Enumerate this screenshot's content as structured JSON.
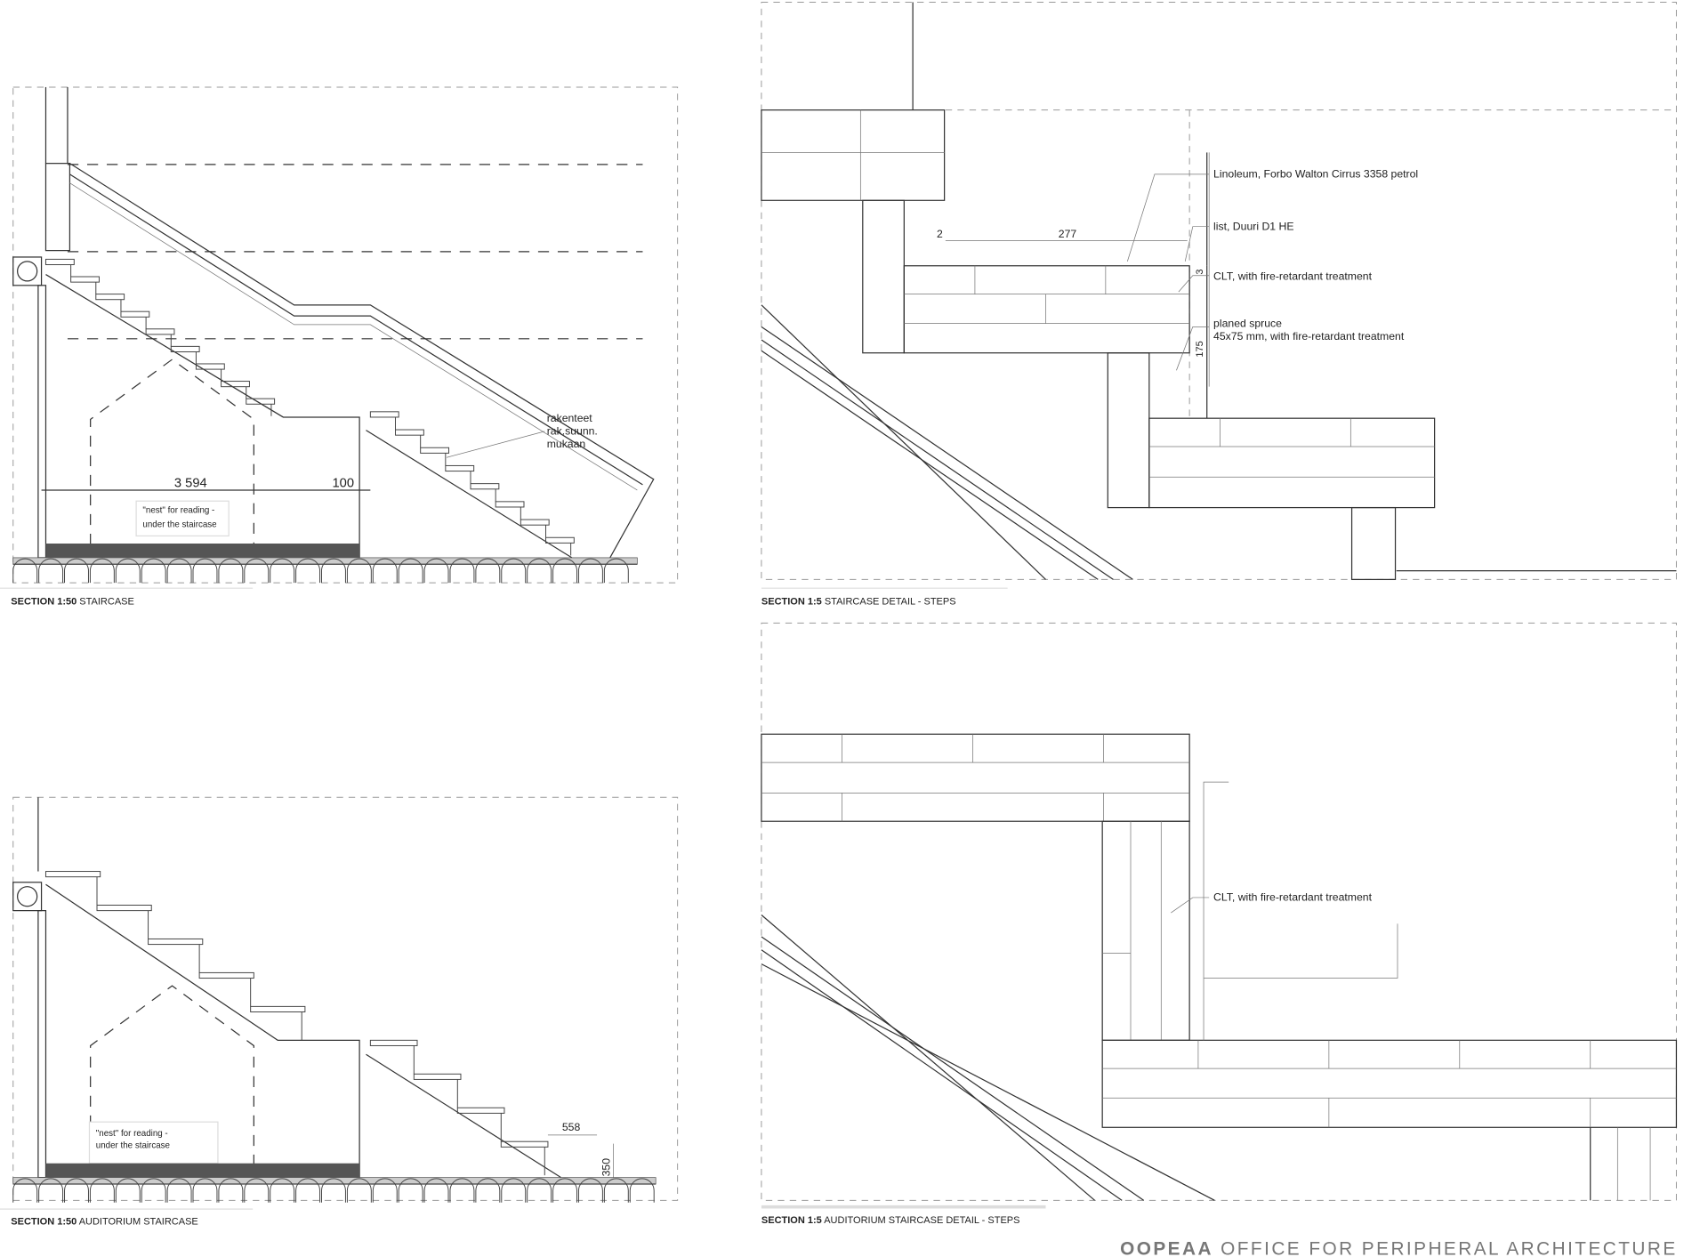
{
  "drawings": {
    "staircase": {
      "label_bold": "SECTION 1:50",
      "label_rest": " STAIRCASE",
      "dim_width": "3 594",
      "dim_wall": "100",
      "nest_line1": "\"nest\" for reading -",
      "nest_line2": "under the staircase",
      "note_line1": "rakenteet",
      "note_line2": "rak.suunn.",
      "note_line3": "mukaan"
    },
    "staircase_detail": {
      "label_bold": "SECTION 1:5",
      "label_rest": " STAIRCASE DETAIL - STEPS",
      "dim_tread": "277",
      "dim_gap": "2",
      "dim_3": "3",
      "dim_rise": "175",
      "callouts": [
        "Linoleum, Forbo Walton Cirrus 3358 petrol",
        "list, Duuri D1 HE",
        "CLT, with fire-retardant treatment",
        "planed spruce",
        "45x75 mm, with fire-retardant treatment"
      ]
    },
    "auditorium": {
      "label_bold": "SECTION 1:50",
      "label_rest": " AUDITORIUM STAIRCASE",
      "nest_line1": "\"nest\" for reading -",
      "nest_line2": "under the staircase",
      "dim_tread": "558",
      "dim_rise": "350"
    },
    "auditorium_detail": {
      "label_bold": "SECTION 1:5",
      "label_rest": " AUDITORIUM STAIRCASE DETAIL - STEPS",
      "callout": "CLT, with fire-retardant treatment"
    }
  },
  "footer": {
    "brand_bold": "OOPEAA",
    "brand_rest": " OFFICE FOR PERIPHERAL ARCHITECTURE"
  }
}
